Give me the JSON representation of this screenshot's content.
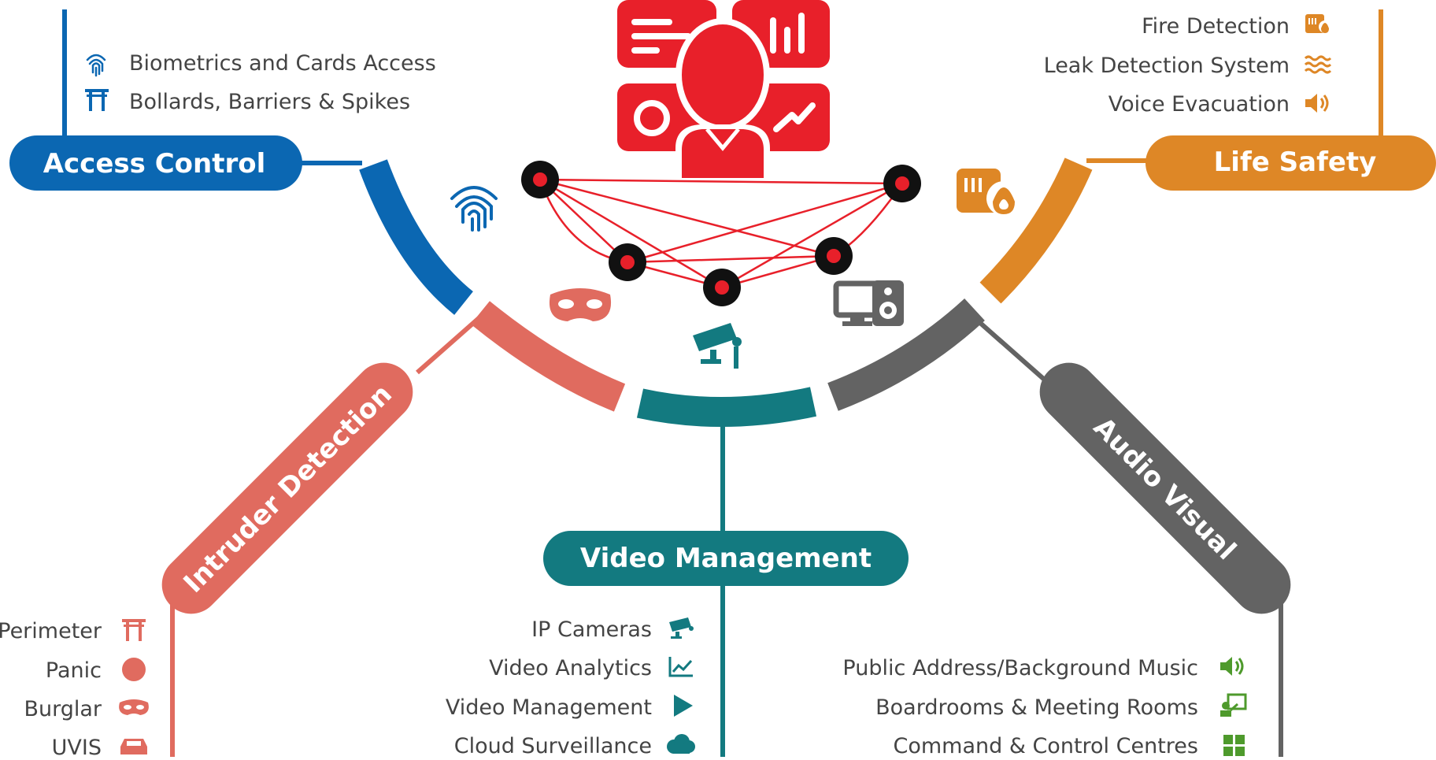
{
  "colors": {
    "access": "#0b67b2",
    "intruder": "#e06b5f",
    "video": "#137a80",
    "audio": "#636363",
    "safety": "#de8726",
    "hub": "#e8202a",
    "node": "#111111",
    "audio_icons": "#4e9a2c"
  },
  "access_control": {
    "title": "Access Control",
    "items": [
      {
        "label": "Biometrics and Cards Access",
        "icon": "fingerprint-icon"
      },
      {
        "label": "Bollards, Barriers & Spikes",
        "icon": "bollard-gate-icon"
      }
    ]
  },
  "life_safety": {
    "title": "Life Safety",
    "items": [
      {
        "label": "Fire Detection",
        "icon": "fire-panel-icon"
      },
      {
        "label": "Leak Detection System",
        "icon": "water-waves-icon"
      },
      {
        "label": "Voice Evacuation",
        "icon": "speaker-icon"
      }
    ]
  },
  "intruder_detection": {
    "title": "Intruder Detection",
    "items": [
      {
        "label": "Perimeter",
        "icon": "bollard-gate-icon"
      },
      {
        "label": "Panic",
        "icon": "panic-circle-icon"
      },
      {
        "label": "Burglar",
        "icon": "burglar-mask-icon"
      },
      {
        "label": "UVIS",
        "icon": "car-icon"
      }
    ]
  },
  "video_management": {
    "title": "Video Management",
    "items": [
      {
        "label": "IP Cameras",
        "icon": "cctv-camera-icon"
      },
      {
        "label": "Video Analytics",
        "icon": "analytics-chart-icon"
      },
      {
        "label": "Video Management",
        "icon": "play-icon"
      },
      {
        "label": "Cloud Surveillance",
        "icon": "cloud-icon"
      }
    ]
  },
  "audio_visual": {
    "title": "Audio Visual",
    "items": [
      {
        "label": "Public Address/Background Music",
        "icon": "speaker-icon"
      },
      {
        "label": "Boardrooms & Meeting Rooms",
        "icon": "presenter-icon"
      },
      {
        "label": "Command & Control Centres",
        "icon": "grid-icon"
      }
    ]
  },
  "hub": {
    "icon": "monitoring-operator-icon",
    "network_icon": "network-graph-icon"
  }
}
